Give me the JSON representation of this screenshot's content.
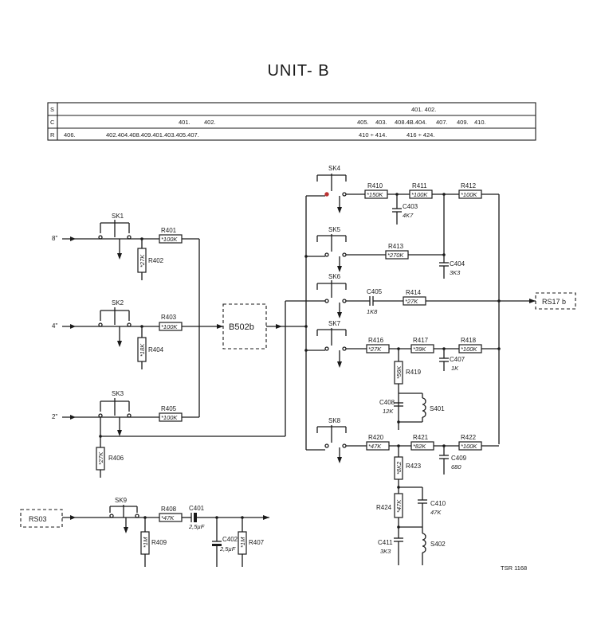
{
  "title": "UNIT- B",
  "parts_table": {
    "rows": [
      {
        "letter": "S",
        "cells": [
          "401. 402."
        ]
      },
      {
        "letter": "C",
        "cells": [
          "401.",
          "402.",
          "405.",
          "403.",
          "408.4B.404.",
          "407.",
          "409.",
          "410."
        ]
      },
      {
        "letter": "R",
        "cells": [
          "406.",
          "402.404.408.409.401.403.405.407.",
          "410 ÷ 414.",
          "416 ÷ 424."
        ]
      }
    ]
  },
  "inputs": [
    "8\"",
    "4\"",
    "2\""
  ],
  "switches": [
    "SK1",
    "SK2",
    "SK3",
    "SK4",
    "SK5",
    "SK6",
    "SK7",
    "SK8",
    "SK9"
  ],
  "blocks": [
    "B502b",
    "RS17 b",
    "RS03"
  ],
  "components": {
    "R401": {
      "label": "R401",
      "value": "*100K"
    },
    "R402": {
      "label": "R402",
      "value": "*27K"
    },
    "R403": {
      "label": "R403",
      "value": "*100K"
    },
    "R404": {
      "label": "R404",
      "value": "*18K"
    },
    "R405": {
      "label": "R405",
      "value": "*100K"
    },
    "R406": {
      "label": "R406",
      "value": "*27K"
    },
    "R410": {
      "label": "R410",
      "value": "*150K"
    },
    "R411": {
      "label": "R411",
      "value": "*100K"
    },
    "R412": {
      "label": "R412",
      "value": "*100K"
    },
    "C403": {
      "label": "C403",
      "value": "4K7"
    },
    "R413": {
      "label": "R413",
      "value": "*270K"
    },
    "C404": {
      "label": "C404",
      "value": "3K3"
    },
    "C405": {
      "label": "C405",
      "value": "1K8"
    },
    "R414": {
      "label": "R414",
      "value": "*27K"
    },
    "R416": {
      "label": "R416",
      "value": "*27K"
    },
    "R417": {
      "label": "R417",
      "value": "*39K"
    },
    "R418": {
      "label": "R418",
      "value": "*100K"
    },
    "C407": {
      "label": "C407",
      "value": "1K"
    },
    "R419": {
      "label": "R419",
      "value": "*56K"
    },
    "C408": {
      "label": "C408",
      "value": "12K"
    },
    "S401": {
      "label": "S401",
      "value": ""
    },
    "R420": {
      "label": "R420",
      "value": "*47K"
    },
    "R421": {
      "label": "R421",
      "value": "*82K"
    },
    "R422": {
      "label": "R422",
      "value": "*100K"
    },
    "C409": {
      "label": "C409",
      "value": "680"
    },
    "R423": {
      "label": "R423",
      "value": "*8K2"
    },
    "R424": {
      "label": "R424",
      "value": "*47K"
    },
    "C410": {
      "label": "C410",
      "value": "47K"
    },
    "C411": {
      "label": "C411",
      "value": "3K3"
    },
    "S402": {
      "label": "S402",
      "value": ""
    },
    "R408": {
      "label": "R408",
      "value": "*47K"
    },
    "C401": {
      "label": "C401",
      "value": "2,5µF"
    },
    "C402": {
      "label": "C402",
      "value": "2,5µF"
    },
    "R409": {
      "label": "R409",
      "value": "*1M"
    },
    "R407": {
      "label": "R407",
      "value": "*1M"
    }
  },
  "drawing_number": "TSR 1168"
}
